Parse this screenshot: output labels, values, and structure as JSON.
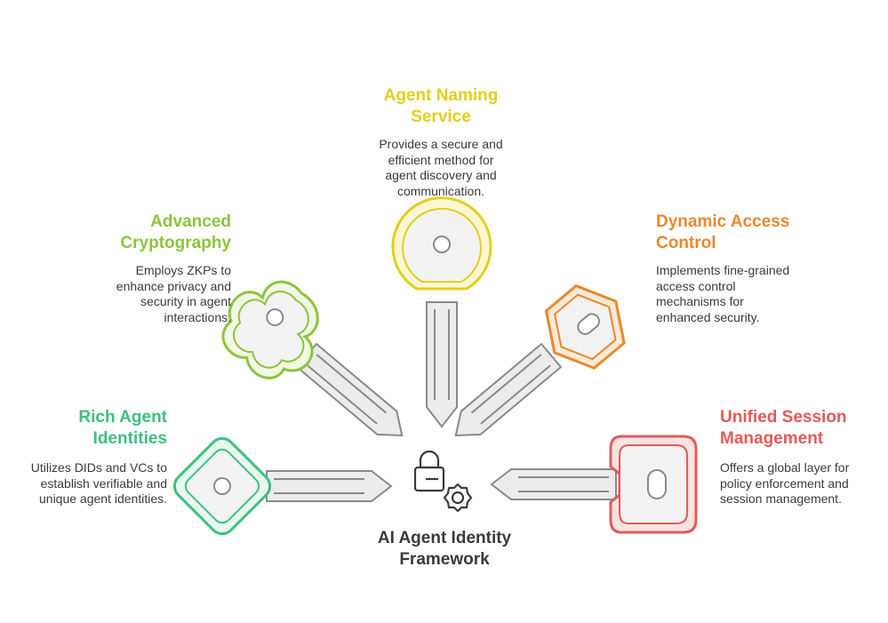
{
  "center": {
    "title_line1": "AI Agent Identity",
    "title_line2": "Framework"
  },
  "items": [
    {
      "id": "rich",
      "title_line1": "Rich Agent",
      "title_line2": "Identities",
      "desc_lines": [
        "Utilizes DIDs and VCs to",
        "establish verifiable and",
        "unique agent identities."
      ],
      "color": "#3fbf7f",
      "fill": "#e9f8ef"
    },
    {
      "id": "crypto",
      "title_line1": "Advanced",
      "title_line2": "Cryptography",
      "desc_lines": [
        "Employs ZKPs to",
        "enhance privacy and",
        "security in agent",
        "interactions."
      ],
      "color": "#8cc43c",
      "fill": "#f1f8e4"
    },
    {
      "id": "naming",
      "title_line1": "Agent Naming",
      "title_line2": "Service",
      "desc_lines": [
        "Provides a secure and",
        "efficient method for",
        "agent discovery and",
        "communication."
      ],
      "color": "#e3cf1a",
      "fill": "#fbf6d3"
    },
    {
      "id": "access",
      "title_line1": "Dynamic Access",
      "title_line2": "Control",
      "desc_lines": [
        "Implements fine-grained",
        "access control",
        "mechanisms for",
        "enhanced security."
      ],
      "color": "#e8892e",
      "fill": "#fbead7"
    },
    {
      "id": "session",
      "title_line1": "Unified Session",
      "title_line2": "Management",
      "desc_lines": [
        "Offers a global layer for",
        "policy enforcement and",
        "session management."
      ],
      "color": "#e35a5a",
      "fill": "#fbe3e3"
    }
  ],
  "icons": {
    "center": "lock-gear-icon",
    "keys": "key-icon"
  }
}
